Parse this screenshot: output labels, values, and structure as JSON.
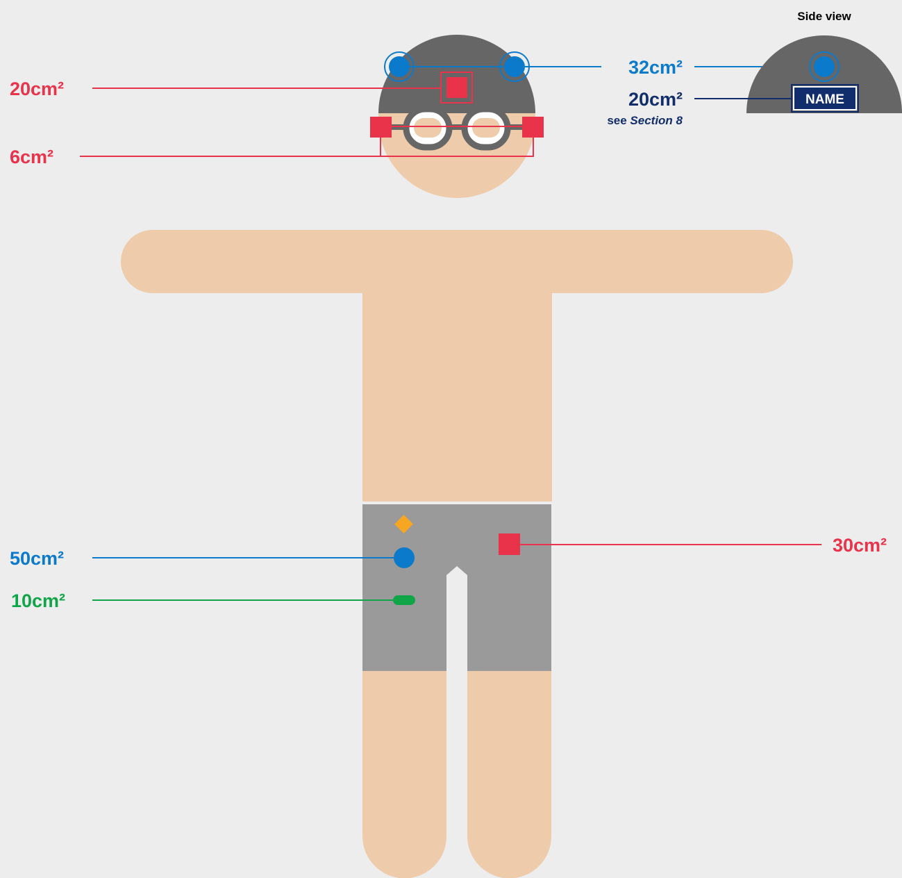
{
  "colors": {
    "background": "#eeeded",
    "skin": "#edcbab",
    "cap": "#666666",
    "goggles": "#666666",
    "trunks": "#9a9a9a",
    "red": "#e8334a",
    "blue": "#0b7acb",
    "navy": "#112d6b",
    "green": "#11a54a",
    "orange": "#f6a623",
    "white": "#ffffff"
  },
  "side_view": {
    "title": "Side view",
    "name_tag": "NAME"
  },
  "callouts": {
    "cap_logos": "32cm²",
    "cap_front_logo": "20cm²",
    "name_area": "20cm²",
    "name_area_note_prefix": "see ",
    "name_area_note_ref": "Section 8",
    "goggle_strap": "6cm²",
    "trunks_left_logo": "50cm²",
    "trunks_small_mark": "10cm²",
    "trunks_right_logo": "30cm²"
  },
  "icons": {
    "orange_mark": "diamond",
    "blue_mark": "circle",
    "green_mark": "pill",
    "red_mark": "square"
  }
}
